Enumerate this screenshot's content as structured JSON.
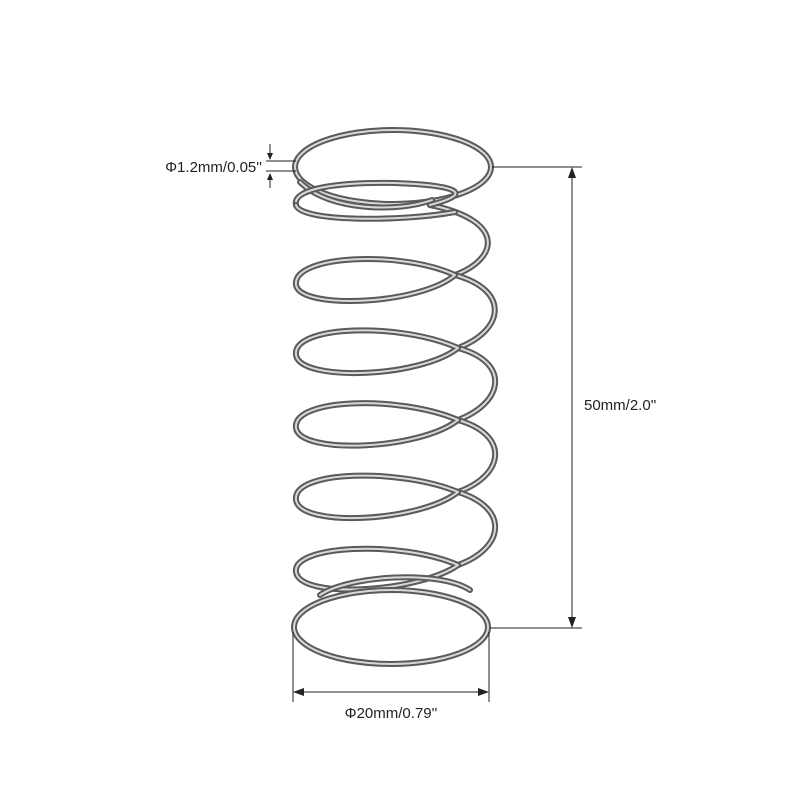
{
  "dimensions": {
    "wire_diameter": "Φ1.2mm/0.05''",
    "length": "50mm/2.0''",
    "outer_diameter": "Φ20mm/0.79''"
  },
  "colors": {
    "background": "#ffffff",
    "wire_outer": "#5a5a5a",
    "wire_inner": "#d4d4d4",
    "dimension_line": "#222222"
  }
}
